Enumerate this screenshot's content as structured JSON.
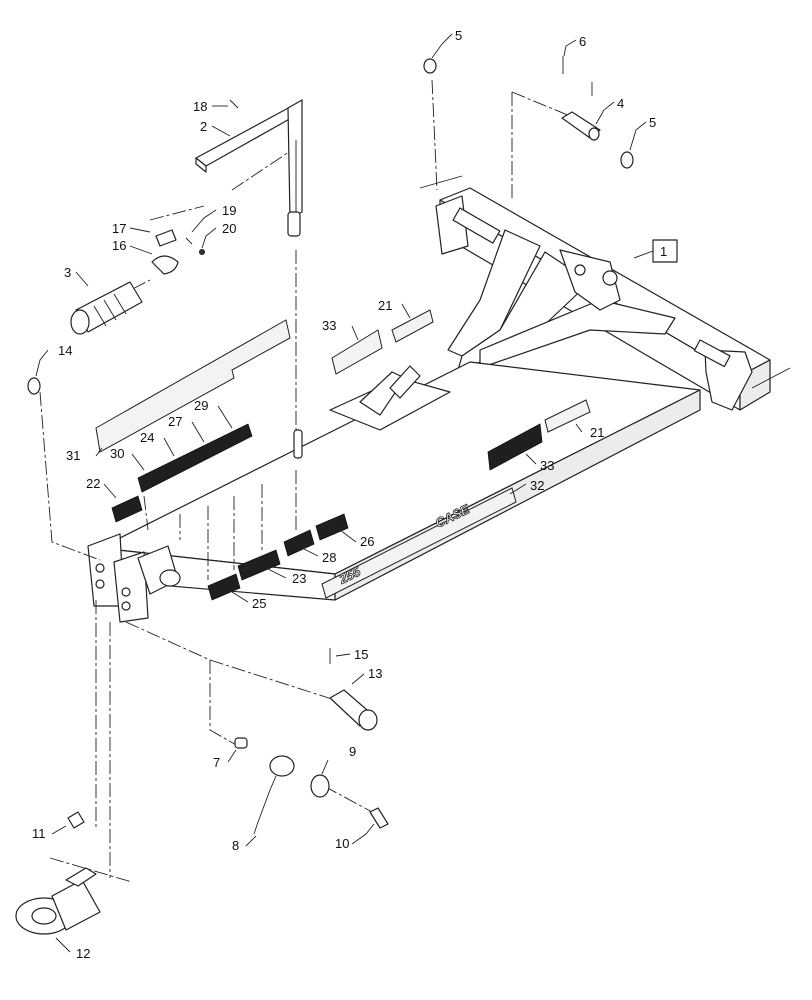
{
  "callouts": [
    {
      "id": "c1",
      "label": "1"
    },
    {
      "id": "c2",
      "label": "2"
    },
    {
      "id": "c3",
      "label": "3"
    },
    {
      "id": "c4",
      "label": "4"
    },
    {
      "id": "c5a",
      "label": "5"
    },
    {
      "id": "c5b",
      "label": "5"
    },
    {
      "id": "c6",
      "label": "6"
    },
    {
      "id": "c7",
      "label": "7"
    },
    {
      "id": "c8",
      "label": "8"
    },
    {
      "id": "c9",
      "label": "9"
    },
    {
      "id": "c10",
      "label": "10"
    },
    {
      "id": "c11",
      "label": "11"
    },
    {
      "id": "c12",
      "label": "12"
    },
    {
      "id": "c13",
      "label": "13"
    },
    {
      "id": "c14",
      "label": "14"
    },
    {
      "id": "c15",
      "label": "15"
    },
    {
      "id": "c16",
      "label": "16"
    },
    {
      "id": "c17",
      "label": "17"
    },
    {
      "id": "c18",
      "label": "18"
    },
    {
      "id": "c19",
      "label": "19"
    },
    {
      "id": "c20",
      "label": "20"
    },
    {
      "id": "c21a",
      "label": "21"
    },
    {
      "id": "c21b",
      "label": "21"
    },
    {
      "id": "c22",
      "label": "22"
    },
    {
      "id": "c23",
      "label": "23"
    },
    {
      "id": "c24",
      "label": "24"
    },
    {
      "id": "c25",
      "label": "25"
    },
    {
      "id": "c26",
      "label": "26"
    },
    {
      "id": "c27",
      "label": "27"
    },
    {
      "id": "c28",
      "label": "28"
    },
    {
      "id": "c29",
      "label": "29"
    },
    {
      "id": "c30",
      "label": "30"
    },
    {
      "id": "c31",
      "label": "31"
    },
    {
      "id": "c32",
      "label": "32"
    },
    {
      "id": "c33a",
      "label": "33"
    },
    {
      "id": "c33b",
      "label": "33"
    }
  ],
  "decals": {
    "brand": "CASE",
    "model": "255"
  },
  "colors": {
    "line": "#222222",
    "background": "#ffffff",
    "decal_dark": "#1f1f1f"
  }
}
